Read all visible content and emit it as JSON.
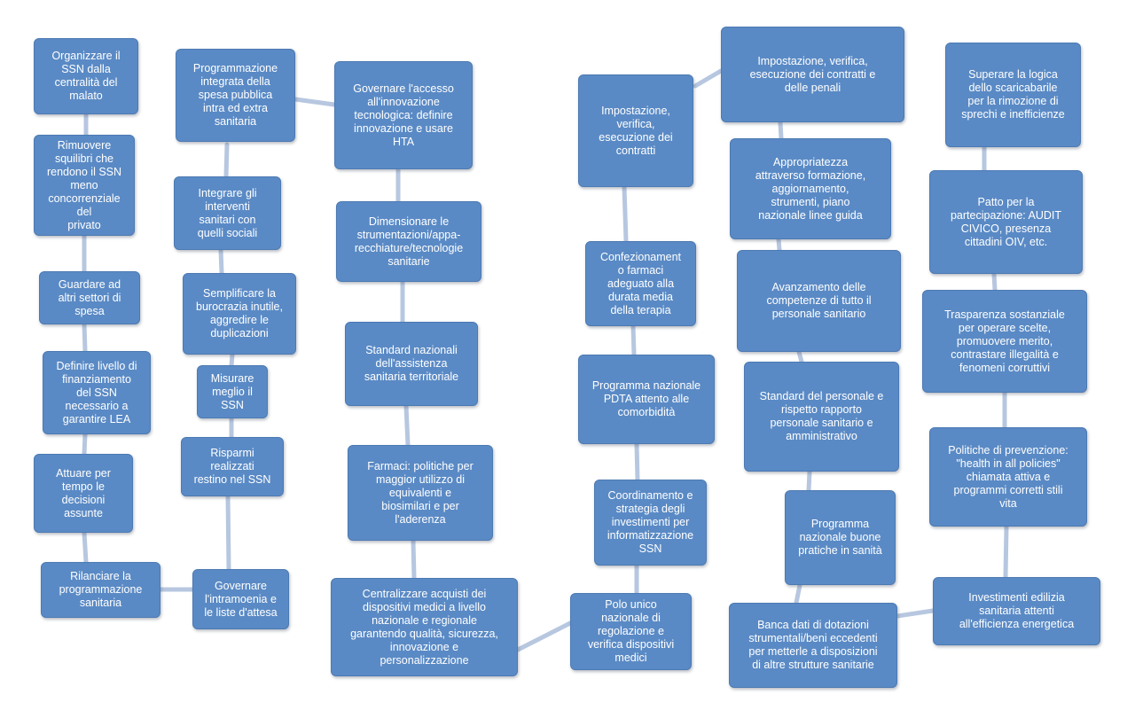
{
  "colors": {
    "node_fill": "#5a8ac5",
    "node_border": "#4c7ab3",
    "connector": "#b7c7e0",
    "text": "#ffffff"
  },
  "nodes": {
    "n1": "Organizzare il\nSSN dalla\ncentralità del\nmalato",
    "n2": "Rimuovere\nsquilibri che\nrendono il SSN\nmeno\nconcorrenziale del\nprivato",
    "n3": "Guardare ad\naltri settori di\nspesa",
    "n4": "Definire livello di\nfinanziamento\ndel SSN\nnecessario a\ngarantire LEA",
    "n5": "Attuare per\ntempo le\ndecisioni\nassunte",
    "n6": "Rilanciare la\nprogrammazione\nsanitaria",
    "n7": "Programmazione\nintegrata della\nspesa pubblica\nintra ed extra\nsanitaria",
    "n8": "Integrare gli\ninterventi\nsanitari con\nquelli sociali",
    "n9": "Semplificare la\nburocrazia inutile,\naggredire le\nduplicazioni",
    "n10": "Misurare\nmeglio il\nSSN",
    "n11": "Risparmi\nrealizzati\nrestino nel SSN",
    "n12": "Governare\nl'intramoenia e\nle liste d'attesa",
    "n13": "Governare l'accesso\nall'innovazione\ntecnologica: definire\ninnovazione e usare\nHTA",
    "n14": "Dimensionare le\nstrumentazioni/appa-\nrecchiature/tecnologie\nsanitarie",
    "n15": "Standard nazionali\ndell'assistenza\nsanitaria territoriale",
    "n16": "Farmaci: politiche per\nmaggior utilizzo di\nequivalenti e\nbiosimilari e per\nl'aderenza",
    "n17": "Centralizzare acquisti dei\ndispositivi medici a livello\nnazionale e regionale\ngarantendo qualità, sicurezza,\ninnovazione e\npersonalizzazione",
    "n18": "Polo unico\nnazionale di\nregolazione e\nverifica dispositivi\nmedici",
    "n19": "Coordinamento e\nstrategia degli\ninvestimenti per\ninformatizzazione\nSSN",
    "n20": "Programma nazionale\nPDTA attento alle\ncomorbidità",
    "n21": "Confezionament\no farmaci\nadeguato alla\ndurata media\ndella terapia",
    "n22": "Impostazione,\nverifica,\nesecuzione dei\ncontratti",
    "n23": "Impostazione, verifica,\nesecuzione dei contratti e\ndelle penali",
    "n24": "Appropriatezza\nattraverso formazione,\naggiornamento,\nstrumenti, piano\nnazionale linee guida",
    "n25": "Avanzamento delle\ncompetenze di tutto il\npersonale sanitario",
    "n26": "Standard del personale e\nrispetto rapporto\npersonale sanitario e\namministrativo",
    "n27": "Programma\nnazionale buone\npratiche in sanità",
    "n28": "Banca dati di dotazioni\nstrumentali/beni eccedenti\nper metterle a disposizioni\ndi altre strutture sanitarie",
    "n29": "Superare la logica\ndello scaricabarile\nper la rimozione di\nsprechi e inefficienze",
    "n30": "Patto per la\npartecipazione: AUDIT\nCIVICO, presenza\ncittadini OIV, etc.",
    "n31": "Trasparenza sostanziale\nper operare scelte,\npromuovere merito,\ncontrastare illegalità e\nfenomeni corruttivi",
    "n32": "Politiche di prevenzione:\n\"health in all policies\"\nchiamata attiva e\nprogrammi corretti stili\nvita",
    "n33": "Investimenti edilizia\nsanitaria attenti\nall'efficienza energetica"
  }
}
